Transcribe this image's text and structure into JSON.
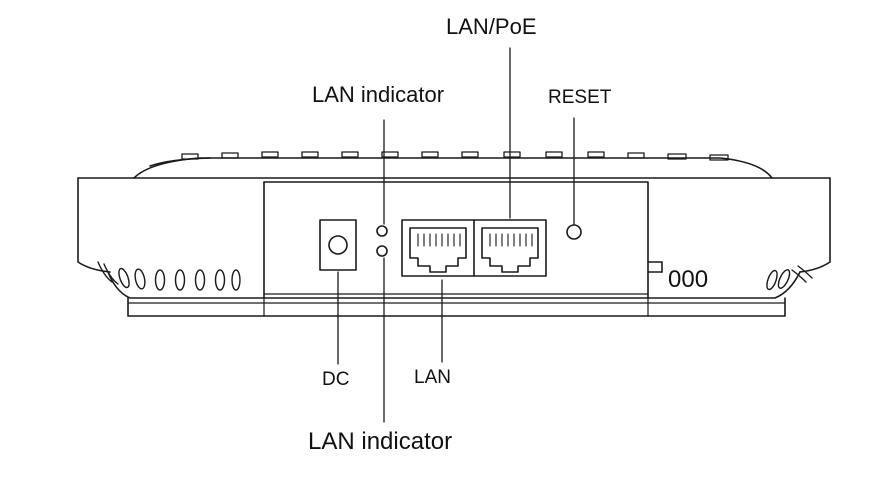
{
  "labels": {
    "lan_poe": "LAN/PoE",
    "lan_indicator_top": "LAN indicator",
    "reset": "RESET",
    "serial": "000",
    "dc": "DC",
    "lan": "LAN",
    "lan_indicator_bottom": "LAN indicator"
  },
  "colors": {
    "line": "#1a1a1a",
    "background": "#ffffff"
  }
}
